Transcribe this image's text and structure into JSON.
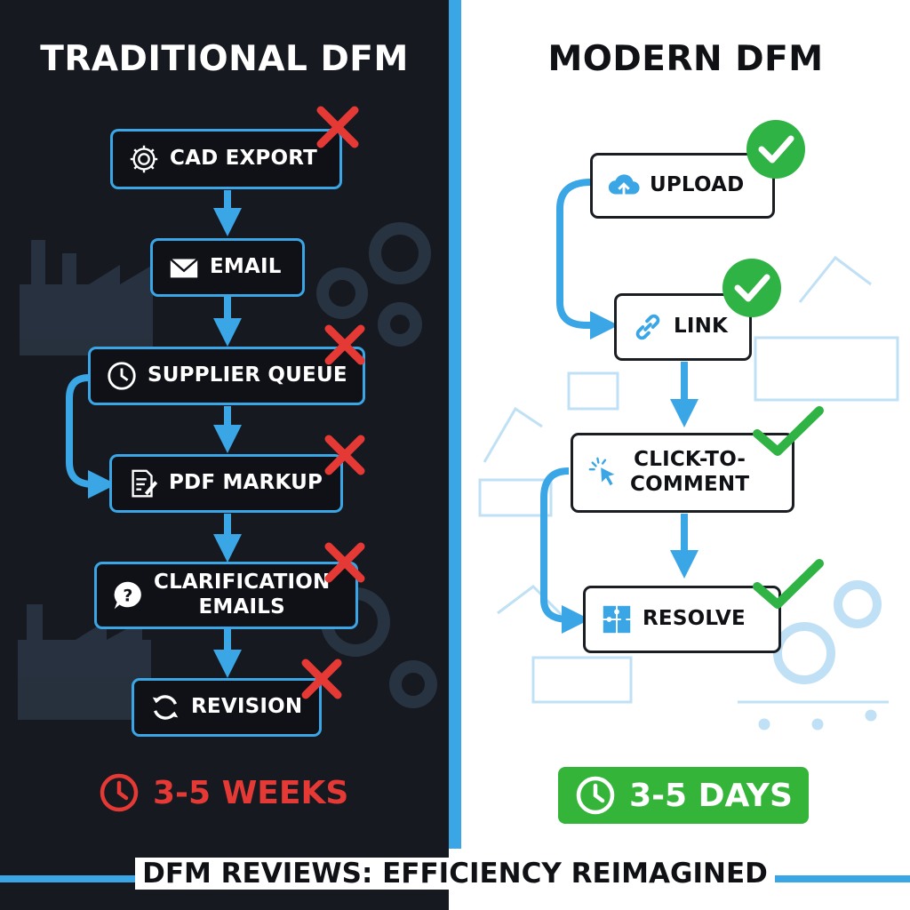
{
  "left": {
    "title": "TRADITIONAL DFM",
    "steps": [
      {
        "label": "CAD EXPORT",
        "icon": "gear-icon",
        "status": "fail"
      },
      {
        "label": "EMAIL",
        "icon": "envelope-icon",
        "status": "pass"
      },
      {
        "label": "SUPPLIER QUEUE",
        "icon": "clock-icon",
        "status": "fail"
      },
      {
        "label": "PDF MARKUP",
        "icon": "document-edit-icon",
        "status": "fail"
      },
      {
        "label": "CLARIFICATION\nEMAILS",
        "icon": "question-bubble-icon",
        "status": "fail"
      },
      {
        "label": "REVISION",
        "icon": "refresh-icon",
        "status": "fail"
      }
    ],
    "time": "3-5 WEEKS",
    "time_color": "#e53935"
  },
  "right": {
    "title": "MODERN DFM",
    "steps": [
      {
        "label": "UPLOAD",
        "icon": "cloud-upload-icon",
        "status": "pass"
      },
      {
        "label": "LINK",
        "icon": "link-icon",
        "status": "pass"
      },
      {
        "label": "CLICK-TO-\nCOMMENT",
        "icon": "cursor-click-icon",
        "status": "pass"
      },
      {
        "label": "RESOLVE",
        "icon": "puzzle-icon",
        "status": "pass"
      }
    ],
    "time": "3-5 DAYS",
    "time_color": "#34b53a"
  },
  "footer": "DFM REVIEWS: EFFICIENCY REIMAGINED",
  "colors": {
    "accent": "#3aa6e6",
    "fail": "#e53935",
    "pass": "#34b53a",
    "dark_bg": "#16191f"
  }
}
